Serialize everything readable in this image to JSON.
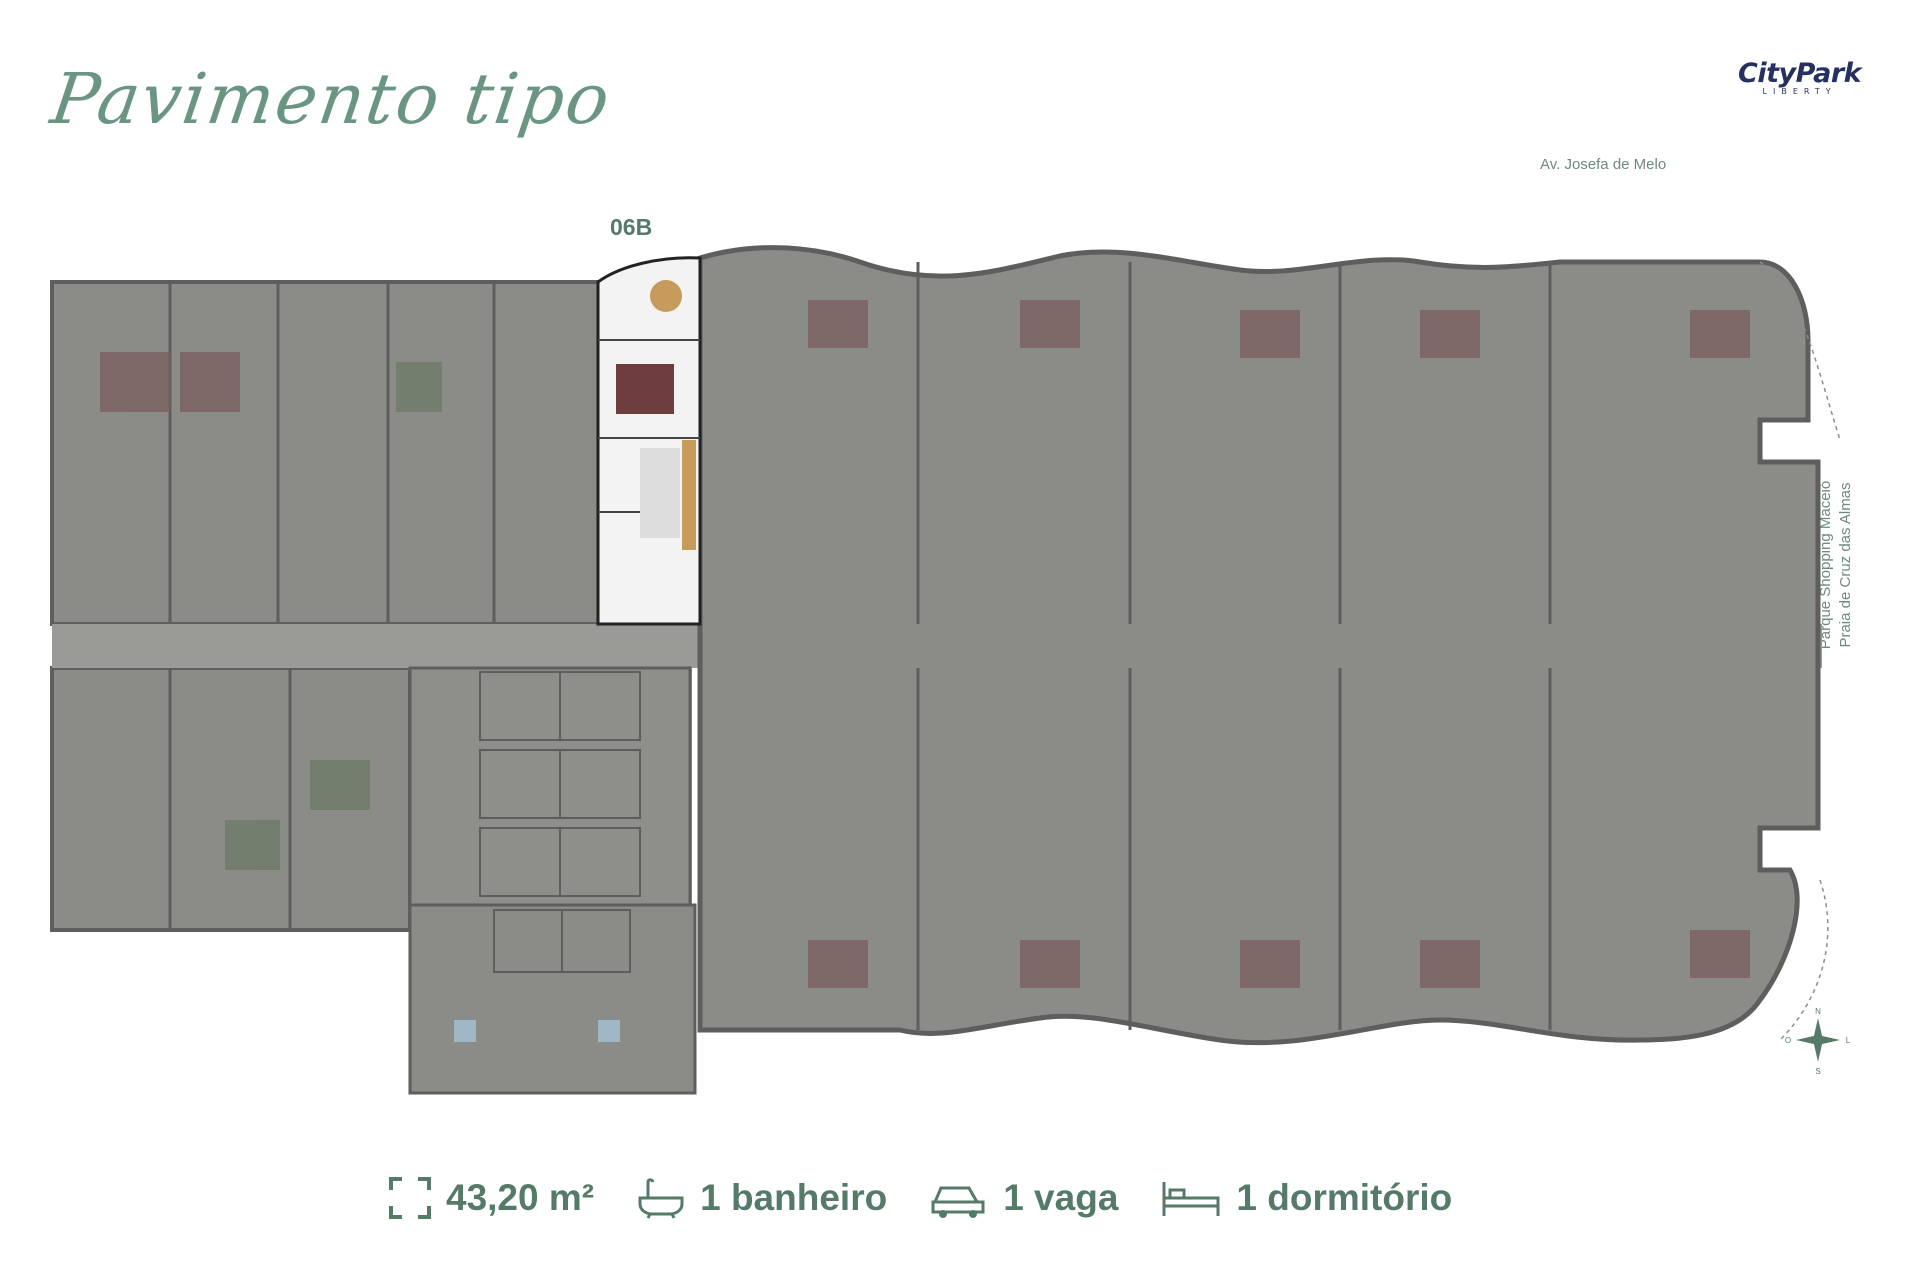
{
  "header": {
    "title": "Pavimento tipo",
    "logo_brand": "CityPark",
    "logo_sub": "LIBERTY"
  },
  "map": {
    "street_top": "Av. Josefa de Melo",
    "side_line1": "Parque Shopping Maceió",
    "side_line2": "Praia de Cruz das Almas",
    "highlighted_unit": "06B",
    "compass": {
      "n": "N",
      "s": "S",
      "o": "O",
      "l": "L"
    }
  },
  "specs": [
    {
      "icon": "area-icon",
      "label": "43,20 m²"
    },
    {
      "icon": "bathtub-icon",
      "label": "1 banheiro"
    },
    {
      "icon": "car-icon",
      "label": "1 vaga"
    },
    {
      "icon": "bed-icon",
      "label": "1 dormitório"
    }
  ],
  "colors": {
    "accent": "#557a68",
    "plan_fill": "#8a8a87",
    "plan_wall": "#5e5e5c",
    "highlight_fill": "#f2f2f2",
    "logo": "#26315f"
  }
}
